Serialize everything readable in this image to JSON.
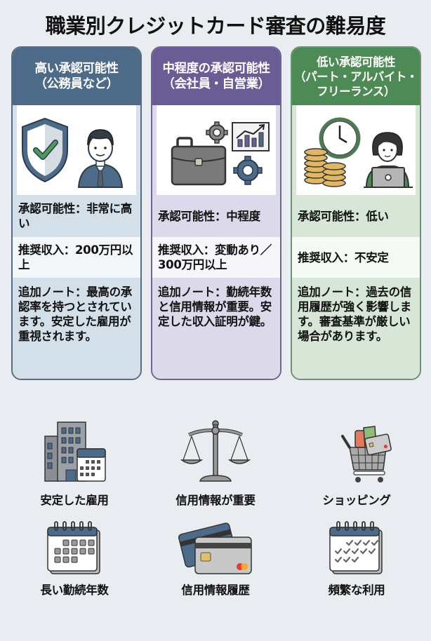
{
  "title": "職業別クレジットカード審査の難易度",
  "cards": [
    {
      "header_line1": "高い承認可能性",
      "header_line2": "（公務員など）",
      "header_line3": "",
      "illustration": "shield-check-and-businessman",
      "approval": "承認可能性：非常に高い",
      "income": "推奨収入：200万円以上",
      "note": "追加ノート：最高の承認率を持つとされています。安定した雇用が重視されます。",
      "color": "#4d6a89"
    },
    {
      "header_line1": "中程度の承認可能性",
      "header_line2": "（会社員・自営業）",
      "header_line3": "",
      "illustration": "briefcase-gears-chart",
      "approval": "承認可能性：中程度",
      "income": "推奨収入：変動あり／300万円以上",
      "note": "追加ノート：勤続年数と信用情報が重要。安定した収入証明が鍵。",
      "color": "#6a5d95"
    },
    {
      "header_line1": "低い承認可能性",
      "header_line2": "（パート・アルバイト・",
      "header_line3": "フリーランス）",
      "illustration": "clock-coins-laptop-woman",
      "approval": "承認可能性：低い",
      "income": "推奨収入：不安定",
      "note": "追加ノート：過去の信用履歴が強く影響します。審査基準が厳しい場合があります。",
      "color": "#4d8a55"
    }
  ],
  "features": [
    {
      "label": "安定した雇用",
      "icon": "building-calendar-icon"
    },
    {
      "label": "信用情報が重要",
      "icon": "balance-scale-icon"
    },
    {
      "label": "ショッピング",
      "icon": "shopping-cart-card-icon"
    },
    {
      "label": "長い勤続年数",
      "icon": "calendar-icon"
    },
    {
      "label": "信用情報履歴",
      "icon": "credit-cards-icon"
    },
    {
      "label": "頻繁な利用",
      "icon": "calendar-checks-icon"
    }
  ]
}
